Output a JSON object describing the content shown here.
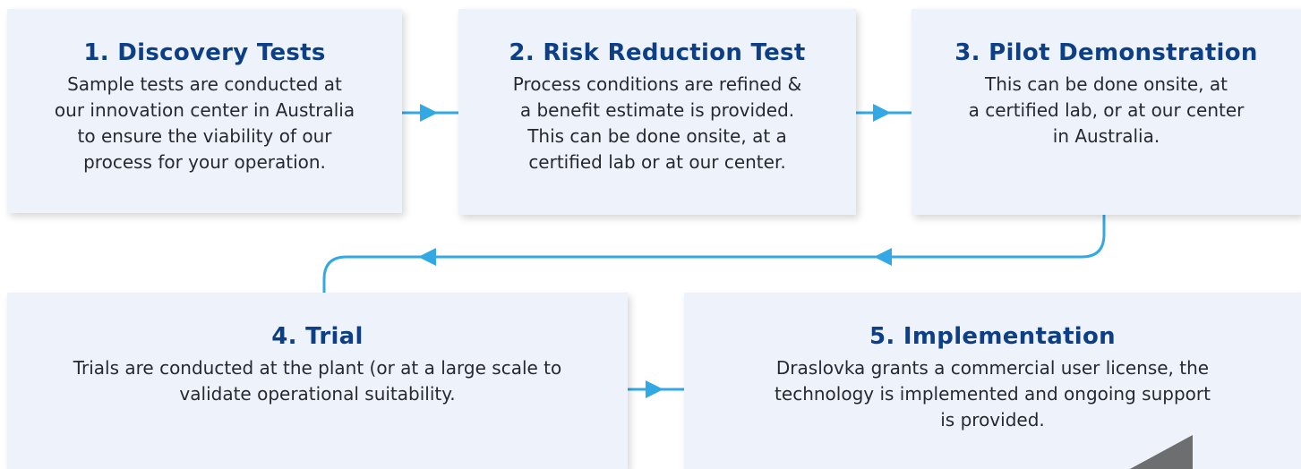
{
  "colors": {
    "box_bg": "#eef3fb",
    "title": "#0d3f86",
    "text": "#262a30",
    "connector": "#32a9e5"
  },
  "steps": [
    {
      "title": "1. Discovery Tests",
      "lines": [
        "Sample tests are conducted at",
        "our innovation center in Australia",
        "to ensure the viability of our",
        "process for your operation."
      ]
    },
    {
      "title": "2. Risk Reduction Test",
      "lines": [
        "Process conditions are refined &",
        "a benefit estimate is provided.",
        "This can be done onsite, at a",
        "certified lab or at our center."
      ]
    },
    {
      "title": "3. Pilot Demonstration",
      "lines": [
        "This can be done onsite, at",
        "a certified lab, or at our center",
        "in Australia."
      ]
    },
    {
      "title": "4. Trial",
      "lines": [
        "Trials are conducted at the plant (or at a large scale to",
        "validate operational suitability."
      ]
    },
    {
      "title": "5. Implementation",
      "lines": [
        "Draslovka grants a commercial user license, the",
        "technology is implemented and ongoing support",
        "is provided."
      ]
    }
  ]
}
